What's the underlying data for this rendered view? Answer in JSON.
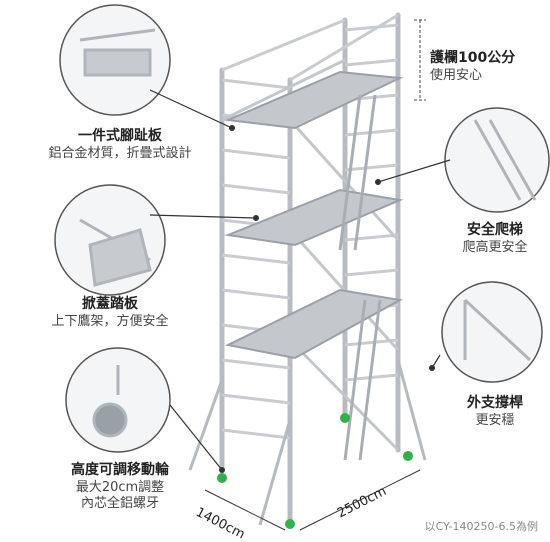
{
  "colors": {
    "frame": "#c9ccd1",
    "frame_dark": "#9aa0a8",
    "deck": "#b9bdc3",
    "caster": "#2fb24a",
    "text": "#222222",
    "subtext": "#444444"
  },
  "callouts": {
    "guardrail": {
      "title": "護欄100公分",
      "sub": "使用安心"
    },
    "platform": {
      "title": "一件式腳趾板",
      "sub": "鋁合金材質，折疊式設計"
    },
    "ladder": {
      "title": "安全爬梯",
      "sub": "爬高更安全"
    },
    "hatch": {
      "title": "掀蓋踏板",
      "sub": "上下鷹架，方便安全"
    },
    "outrigger": {
      "title": "外支撐桿",
      "sub": "更安穩"
    },
    "caster": {
      "title": "高度可調移動輪",
      "sub1": "最大20cm調整",
      "sub2": "內芯全鋁螺牙"
    }
  },
  "dimensions": {
    "width": "1400cm",
    "length": "2500cm"
  },
  "caption": "以CY-140250-6.5為例"
}
